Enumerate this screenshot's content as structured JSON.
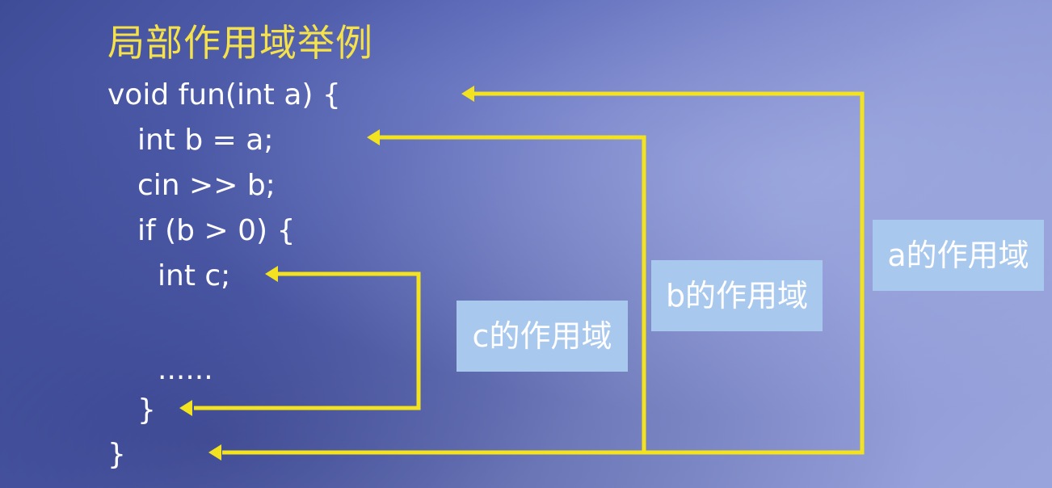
{
  "title": "局部作用域举例",
  "code": {
    "line1": "void fun(int a) {",
    "line2": "int b = a;",
    "line3": "cin >> b;",
    "line4": "if (b > 0) {",
    "line5": "int c;",
    "line6": "......",
    "line7": "}",
    "line8": "}"
  },
  "labels": {
    "c_scope": "c的作用域",
    "b_scope": "b的作用域",
    "a_scope": "a的作用域"
  },
  "colors": {
    "title": "#f5e14a",
    "arrow": "#f3e21f",
    "label_bg": "#a9c8ee",
    "code_text": "#ffffff"
  }
}
